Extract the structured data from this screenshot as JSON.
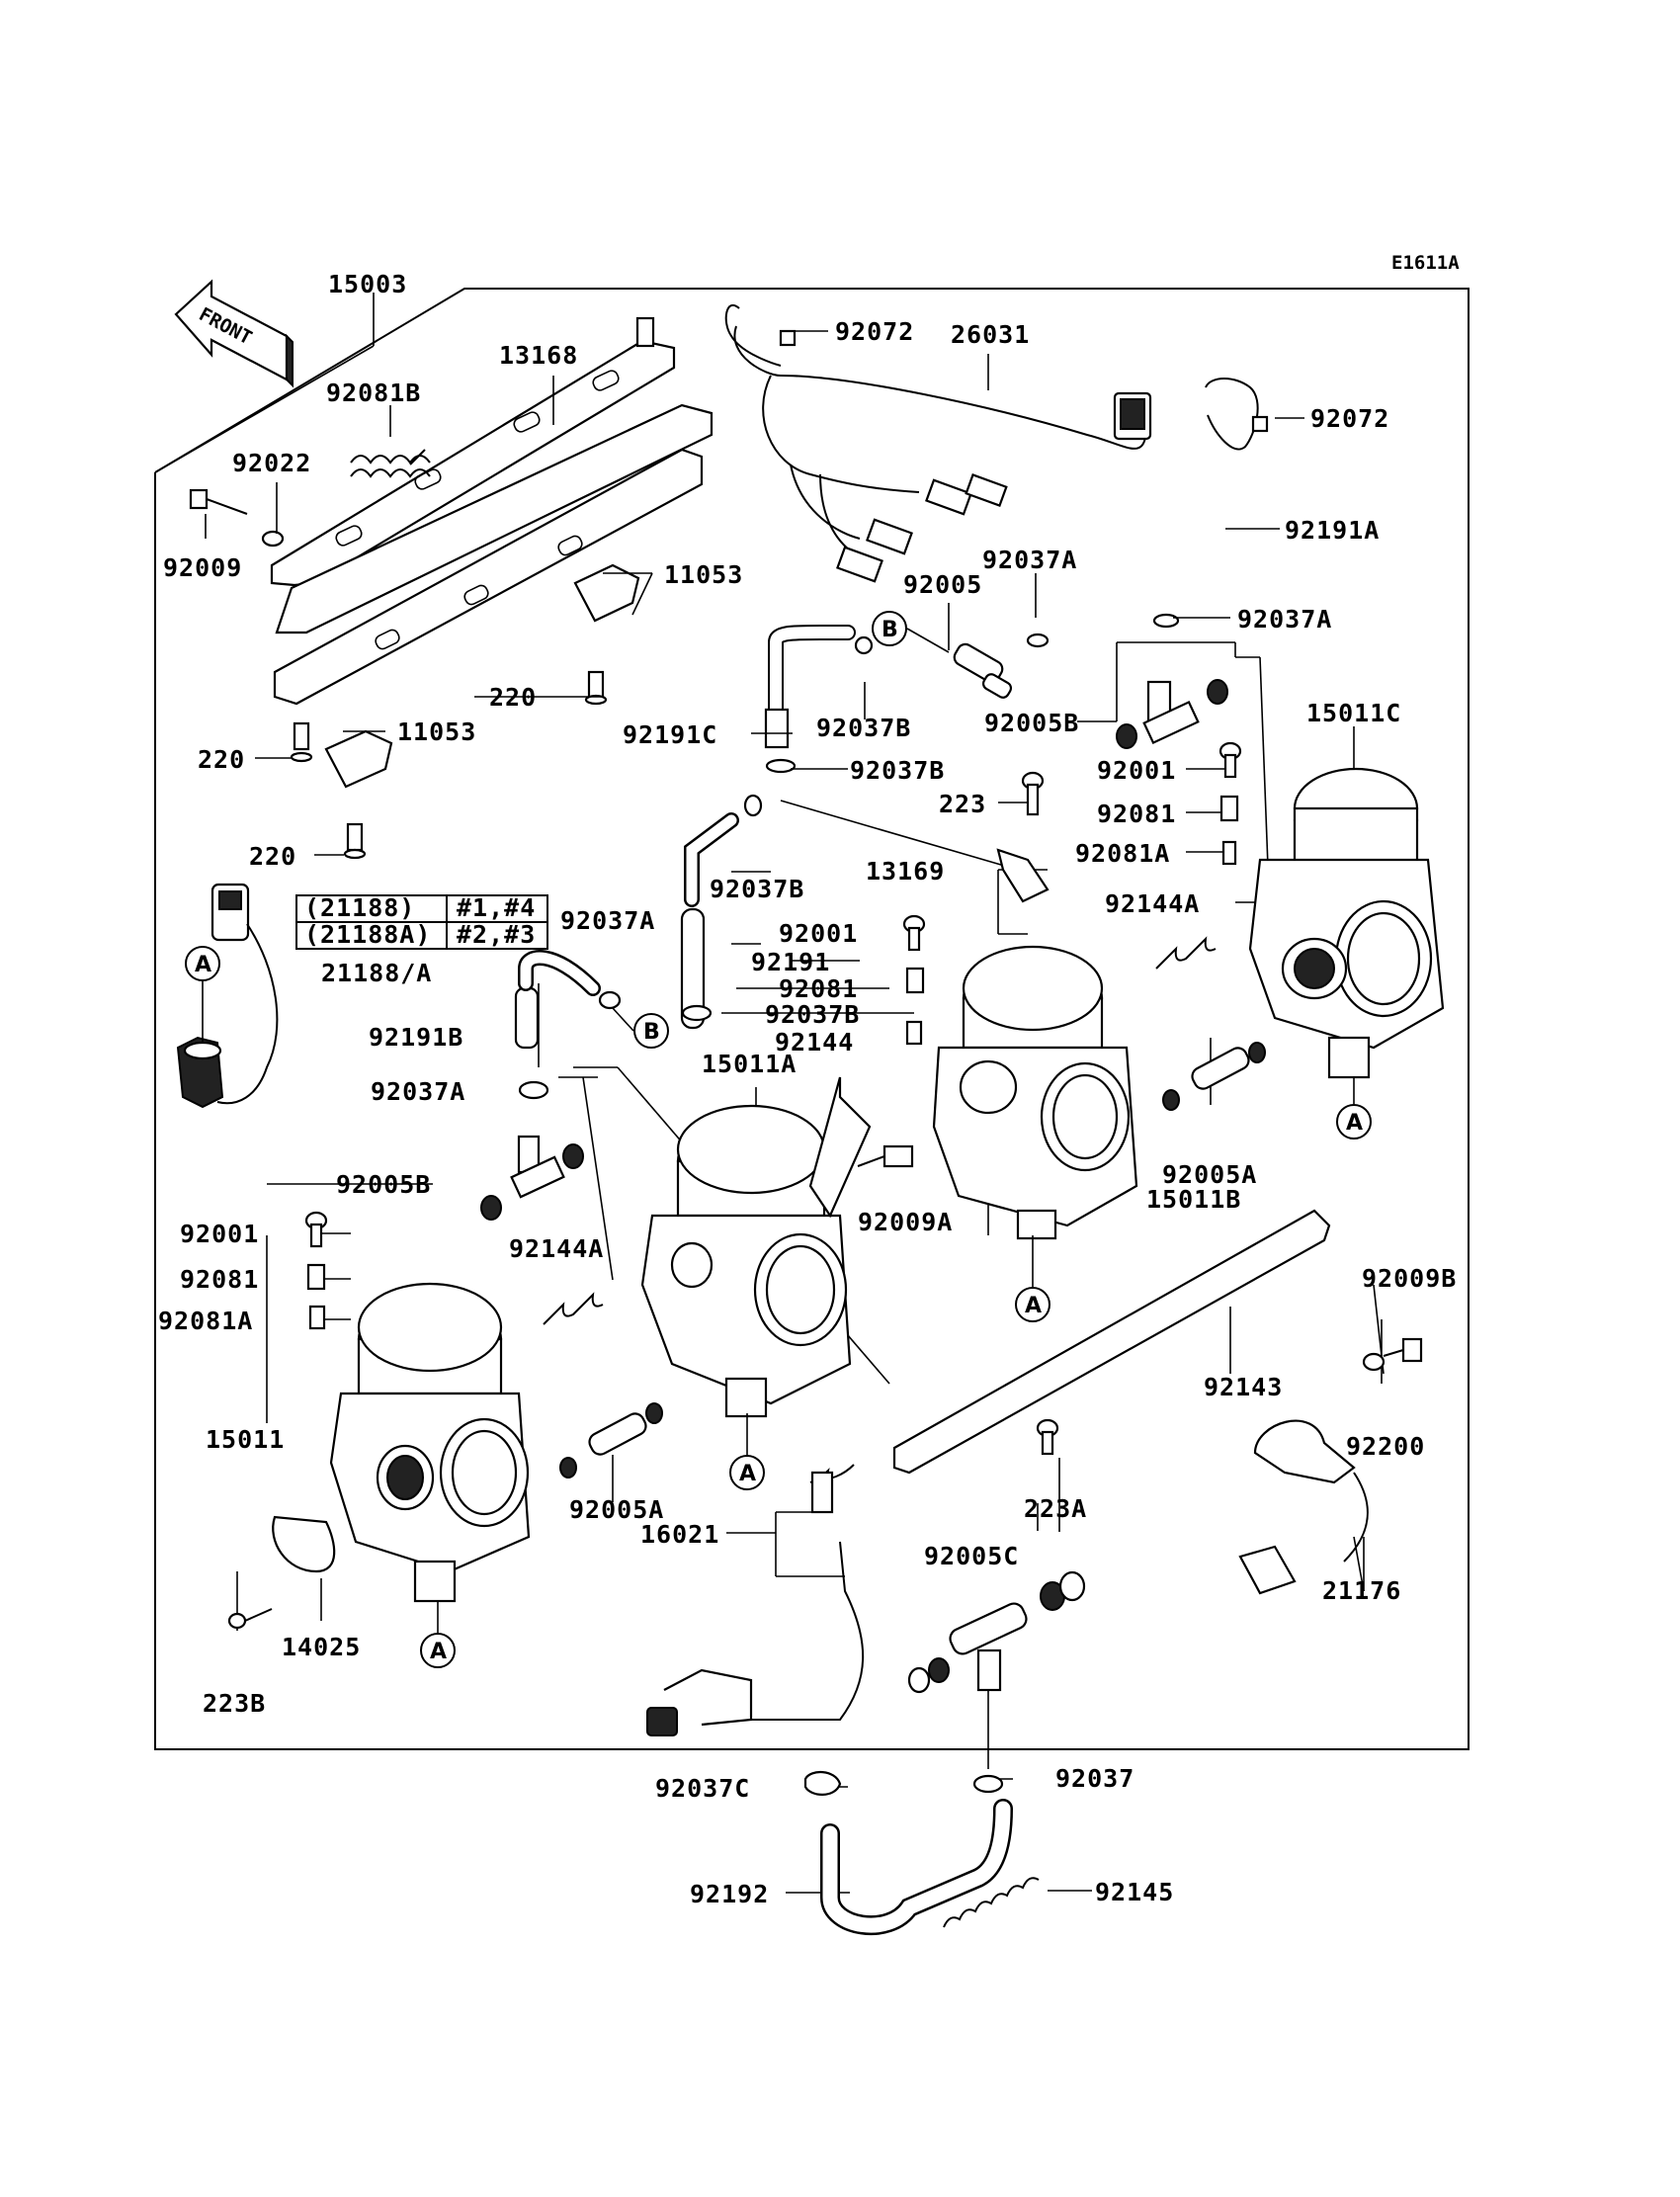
{
  "diagram_code": "E1611A",
  "front_label": "FRONT",
  "callout_letters": {
    "a": "A",
    "b": "B"
  },
  "variant_table": [
    {
      "part": "(21188)",
      "cyl": "#1,#4"
    },
    {
      "part": "(21188A)",
      "cyl": "#2,#3"
    }
  ],
  "parts": [
    "15003",
    "13168",
    "92081B",
    "92022",
    "92009",
    "11053",
    "220",
    "11053",
    "220",
    "220",
    "92072",
    "26031",
    "92072",
    "92191A",
    "92037A",
    "92005",
    "92037A",
    "92005B",
    "15011C",
    "92001",
    "92081",
    "92081A",
    "92144A",
    "92191C",
    "92037B",
    "92037B",
    "223",
    "13169",
    "92037B",
    "92001",
    "92191",
    "92081",
    "92037B",
    "92144",
    "15011A",
    "92037A",
    "92191B",
    "92037A",
    "92005B",
    "21188/A",
    "92005A",
    "15011B",
    "92009A",
    "92001",
    "92081",
    "92081A",
    "92144A",
    "15011",
    "92005A",
    "16021",
    "14025",
    "223B",
    "92009B",
    "92143",
    "92200",
    "223A",
    "21176",
    "92005C",
    "92037C",
    "92037",
    "92192",
    "92145"
  ]
}
